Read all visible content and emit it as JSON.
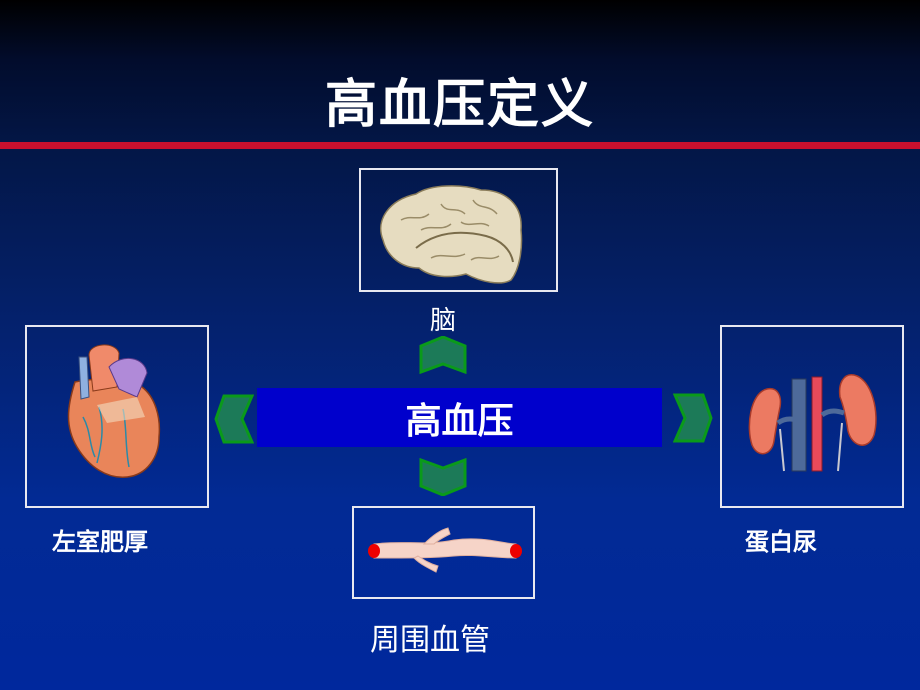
{
  "slide": {
    "title": "高血压定义",
    "center": {
      "label": "高血压"
    },
    "nodes": [
      {
        "id": "brain",
        "label": "脑",
        "image": "brain-illustration",
        "position": "top"
      },
      {
        "id": "heart",
        "label": "左室肥厚",
        "image": "heart-illustration",
        "position": "left"
      },
      {
        "id": "kidney",
        "label": "蛋白尿",
        "image": "kidney-illustration",
        "position": "right"
      },
      {
        "id": "vessel",
        "label": "周围血管",
        "image": "blood-vessel-illustration",
        "position": "bottom"
      }
    ],
    "arrows": [
      "chevron-up",
      "chevron-left",
      "chevron-right",
      "chevron-down"
    ]
  },
  "colors": {
    "background_top": "#000000",
    "background_bottom": "#00289d",
    "divider_red": "#c8102e",
    "center_bar": "#0000cc",
    "arrow_fill": "#1c7a58",
    "arrow_stroke": "#0a9a1a",
    "panel_border": "#e8e8f0"
  }
}
